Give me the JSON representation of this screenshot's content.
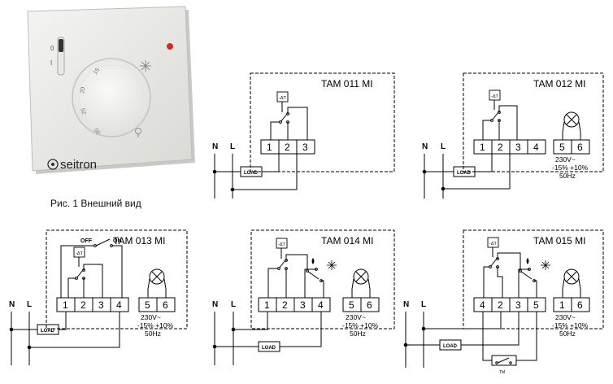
{
  "figure": {
    "caption": "Рис. 1 Внешний вид",
    "brand": "seitron",
    "switch_marks": [
      "0",
      "I"
    ],
    "dial_ticks": [
      "15",
      "20",
      "25",
      "30"
    ]
  },
  "common": {
    "supply_n": "N",
    "supply_l": "L",
    "load_label": "LOAD",
    "sensor_label": "-ΔT",
    "lamp_note": [
      "230V~",
      "-15% +10%",
      "50Hz"
    ]
  },
  "diagrams": [
    {
      "id": "tam011",
      "title": "TAM 011 MI",
      "terminals": [
        "1",
        "2",
        "3"
      ]
    },
    {
      "id": "tam012",
      "title": "TAM 012 MI",
      "terminals": [
        "1",
        "2",
        "3",
        "4"
      ],
      "lamp_terminals": [
        "5",
        "6"
      ]
    },
    {
      "id": "tam013",
      "title": "TAM 013 MI",
      "terminals": [
        "1",
        "2",
        "3",
        "4"
      ],
      "lamp_terminals": [
        "5",
        "6"
      ],
      "switch_labels": [
        "OFF",
        "ON"
      ]
    },
    {
      "id": "tam014",
      "title": "TAM 014 MI",
      "terminals": [
        "1",
        "2",
        "3",
        "4"
      ],
      "lamp_terminals": [
        "5",
        "6"
      ]
    },
    {
      "id": "tam015",
      "title": "TAM 015 MI",
      "terminals": [
        "4",
        "2",
        "3",
        "5"
      ],
      "lamp_terminals": [
        "1",
        "6"
      ],
      "timer_label": "TM"
    }
  ]
}
